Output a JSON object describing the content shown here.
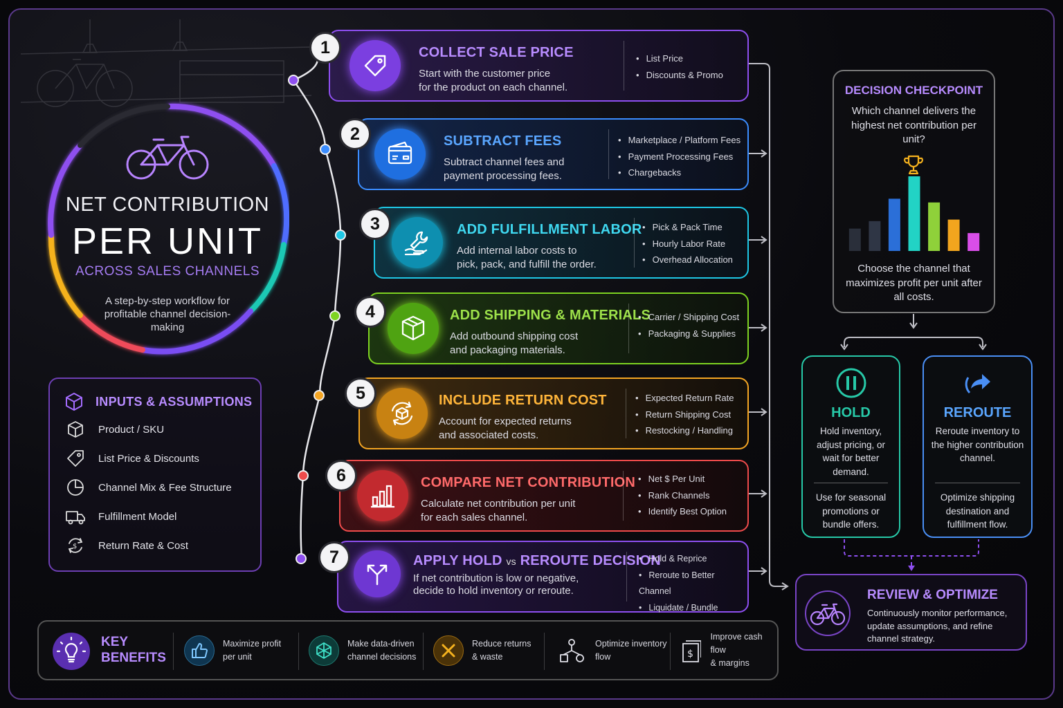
{
  "hero": {
    "title_line1": "NET CONTRIBUTION",
    "title_line2": "PER UNIT",
    "subtitle": "ACROSS SALES CHANNELS",
    "description": "A step-by-step workflow for profitable channel decision-making"
  },
  "inputs": {
    "heading": "INPUTS & ASSUMPTIONS",
    "items": [
      {
        "label": "Product / SKU",
        "icon": "box-icon"
      },
      {
        "label": "List Price & Discounts",
        "icon": "tag-icon"
      },
      {
        "label": "Channel Mix & Fee Structure",
        "icon": "pie-chart-icon"
      },
      {
        "label": "Fulfillment Model",
        "icon": "truck-icon"
      },
      {
        "label": "Return Rate & Cost",
        "icon": "return-dollar-icon"
      }
    ]
  },
  "steps": [
    {
      "number": "1",
      "title": "COLLECT SALE PRICE",
      "desc_line1": "Start with the customer price",
      "desc_line2": "for the product on each channel.",
      "bullets": [
        "List Price",
        "Discounts & Promo"
      ],
      "color": "#9b5cf0",
      "icon": "price-tag-icon"
    },
    {
      "number": "2",
      "title": "SUBTRACT FEES",
      "desc_line1": "Subtract channel fees and",
      "desc_line2": "payment processing fees.",
      "bullets": [
        "Marketplace / Platform Fees",
        "Payment Processing Fees",
        "Chargebacks"
      ],
      "color": "#3b8dff",
      "icon": "wallet-icon"
    },
    {
      "number": "3",
      "title": "ADD FULFILLMENT LABOR",
      "desc_line1": "Add internal labor costs to",
      "desc_line2": "pick, pack, and fulfill the order.",
      "bullets": [
        "Pick & Pack Time",
        "Hourly Labor Rate",
        "Overhead Allocation"
      ],
      "color": "#1ec8e6",
      "icon": "wrench-hand-icon"
    },
    {
      "number": "4",
      "title": "ADD SHIPPING & MATERIALS",
      "desc_line1": "Add outbound shipping cost",
      "desc_line2": "and packaging materials.",
      "bullets": [
        "Carrier / Shipping Cost",
        "Packaging & Supplies"
      ],
      "color": "#7ed321",
      "icon": "package-icon"
    },
    {
      "number": "5",
      "title": "INCLUDE RETURN COST",
      "desc_line1": "Account for expected returns",
      "desc_line2": "and associated costs.",
      "bullets": [
        "Expected Return Rate",
        "Return Shipping Cost",
        "Restocking / Handling"
      ],
      "color": "#f5a623",
      "icon": "return-box-icon"
    },
    {
      "number": "6",
      "title": "COMPARE NET CONTRIBUTION",
      "desc_line1": "Calculate net contribution per unit",
      "desc_line2": "for each sales channel.",
      "bullets": [
        "Net $ Per Unit",
        "Rank Channels",
        "Identify Best Option"
      ],
      "color": "#ef4b4b",
      "icon": "bar-chart-icon"
    },
    {
      "number": "7",
      "title_a": "APPLY HOLD",
      "title_vs": "vs",
      "title_b": "REROUTE DECISION",
      "desc_line1": "If net contribution is low or negative,",
      "desc_line2": "decide to hold inventory or reroute.",
      "bullets": [
        "Hold & Reprice",
        "Reroute to Better Channel",
        "Liquidate / Bundle"
      ],
      "color": "#9b5cf0",
      "icon": "split-arrow-icon"
    }
  ],
  "decision": {
    "heading": "DECISION CHECKPOINT",
    "question": "Which channel delivers the highest net contribution per unit?",
    "conclusion": "Choose the channel that maximizes profit per unit after all costs."
  },
  "chart_data": {
    "type": "bar",
    "categories": [
      "",
      "",
      "",
      "",
      "",
      "",
      ""
    ],
    "values": [
      3,
      4,
      7,
      10,
      6.5,
      4.2,
      2.4
    ],
    "colors": [
      "#2a2f3a",
      "#2f3645",
      "#2b6fd8",
      "#22d3c5",
      "#8fd13a",
      "#f2a51e",
      "#d94ee8"
    ],
    "title": "",
    "xlabel": "",
    "ylabel": "",
    "ylim": [
      0,
      10
    ]
  },
  "hold": {
    "title": "HOLD",
    "text1": "Hold inventory, adjust pricing, or wait for better demand.",
    "text2": "Use for seasonal promotions or bundle offers.",
    "color": "#27c9a8"
  },
  "reroute": {
    "title": "REROUTE",
    "text1": "Reroute inventory to the higher contribution channel.",
    "text2": "Optimize shipping destination and fulfillment flow.",
    "color": "#4a8ff5"
  },
  "review": {
    "title": "REVIEW & OPTIMIZE",
    "text": "Continuously monitor performance, update assumptions, and refine channel strategy."
  },
  "benefits": {
    "heading_line1": "KEY",
    "heading_line2": "BENEFITS",
    "items": [
      {
        "line1": "Maximize profit",
        "line2": "per unit",
        "icon": "thumbs-up-icon"
      },
      {
        "line1": "Make data-driven",
        "line2": "channel decisions",
        "icon": "network-icon"
      },
      {
        "line1": "Reduce returns",
        "line2": "& waste",
        "icon": "crossed-tools-icon"
      },
      {
        "line1": "Optimize inventory",
        "line2": "flow",
        "icon": "inventory-flow-icon"
      },
      {
        "line1": "Improve cash flow",
        "line2": "& margins",
        "icon": "cash-icon"
      }
    ]
  }
}
